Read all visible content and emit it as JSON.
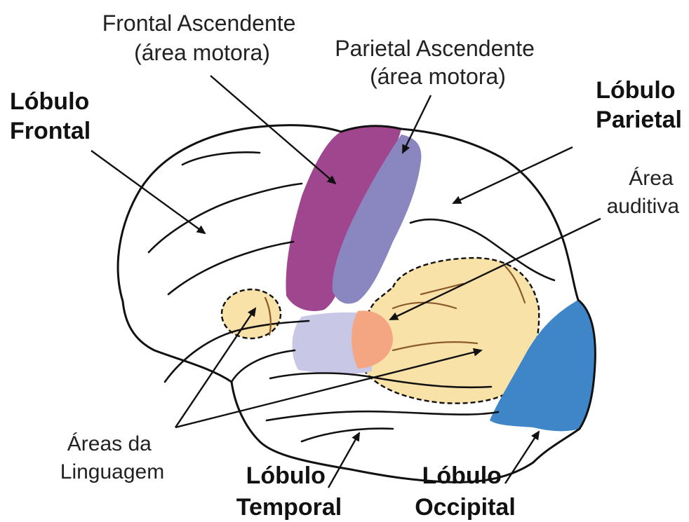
{
  "labels": {
    "frontal_ascendente": [
      "Frontal Ascendente",
      "(área motora)"
    ],
    "parietal_ascendente": [
      "Parietal Ascendente",
      "(área motora)"
    ],
    "lobulo_frontal": [
      "Lóbulo",
      "Frontal"
    ],
    "lobulo_parietal": [
      "Lóbulo",
      "Parietal"
    ],
    "area_auditiva": [
      "Área",
      "auditiva"
    ],
    "areas_linguagem": [
      "Áreas da",
      "Linguagem"
    ],
    "lobulo_temporal": [
      "Lóbulo",
      "Temporal"
    ],
    "lobulo_occipital": [
      "Lóbulo",
      "Occipital"
    ]
  },
  "colors": {
    "frontal_ascendente": "#a0468e",
    "parietal_ascendente": "#8a86c0",
    "language_areas": "#f8e2a8",
    "auditory_area": "#f4a582",
    "temporal_lilac": "#c9c7e6",
    "occipital": "#3f86c8",
    "outline": "#111111",
    "veins": "#8a5a2a"
  },
  "icons": {
    "arrow": "arrowhead"
  }
}
